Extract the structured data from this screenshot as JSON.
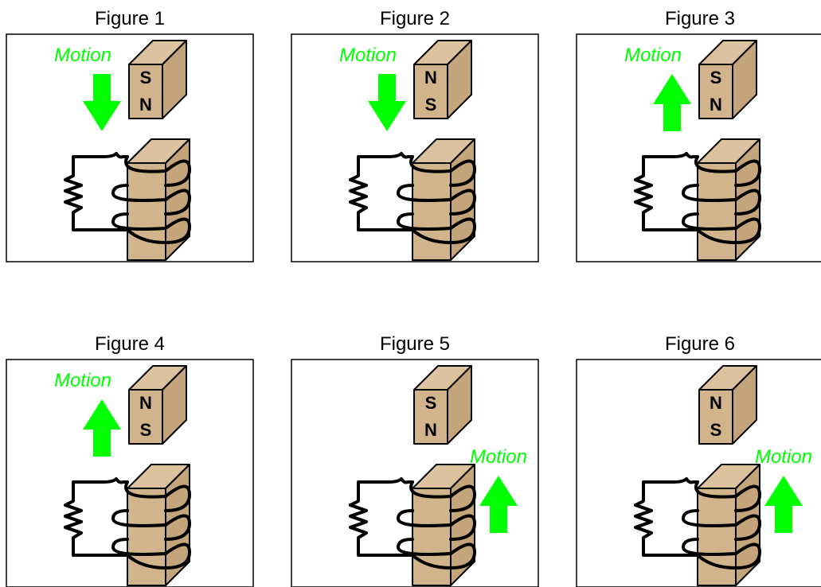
{
  "colors": {
    "block": "#d2b48c",
    "block_side": "#c4a47a",
    "block_top": "#dcc29e",
    "motion": "#00ff00",
    "stroke": "#000000"
  },
  "figures": [
    {
      "title": "Figure 1",
      "pole_top": "S",
      "pole_bottom": "N",
      "motion_label": "Motion",
      "motion_direction": "down",
      "motion_side": "left"
    },
    {
      "title": "Figure 2",
      "pole_top": "N",
      "pole_bottom": "S",
      "motion_label": "Motion",
      "motion_direction": "down",
      "motion_side": "left"
    },
    {
      "title": "Figure 3",
      "pole_top": "S",
      "pole_bottom": "N",
      "motion_label": "Motion",
      "motion_direction": "up",
      "motion_side": "left"
    },
    {
      "title": "Figure 4",
      "pole_top": "N",
      "pole_bottom": "S",
      "motion_label": "Motion",
      "motion_direction": "up",
      "motion_side": "left"
    },
    {
      "title": "Figure 5",
      "pole_top": "S",
      "pole_bottom": "N",
      "motion_label": "Motion",
      "motion_direction": "up",
      "motion_side": "right"
    },
    {
      "title": "Figure 6",
      "pole_top": "N",
      "pole_bottom": "S",
      "motion_label": "Motion",
      "motion_direction": "up",
      "motion_side": "right"
    }
  ]
}
